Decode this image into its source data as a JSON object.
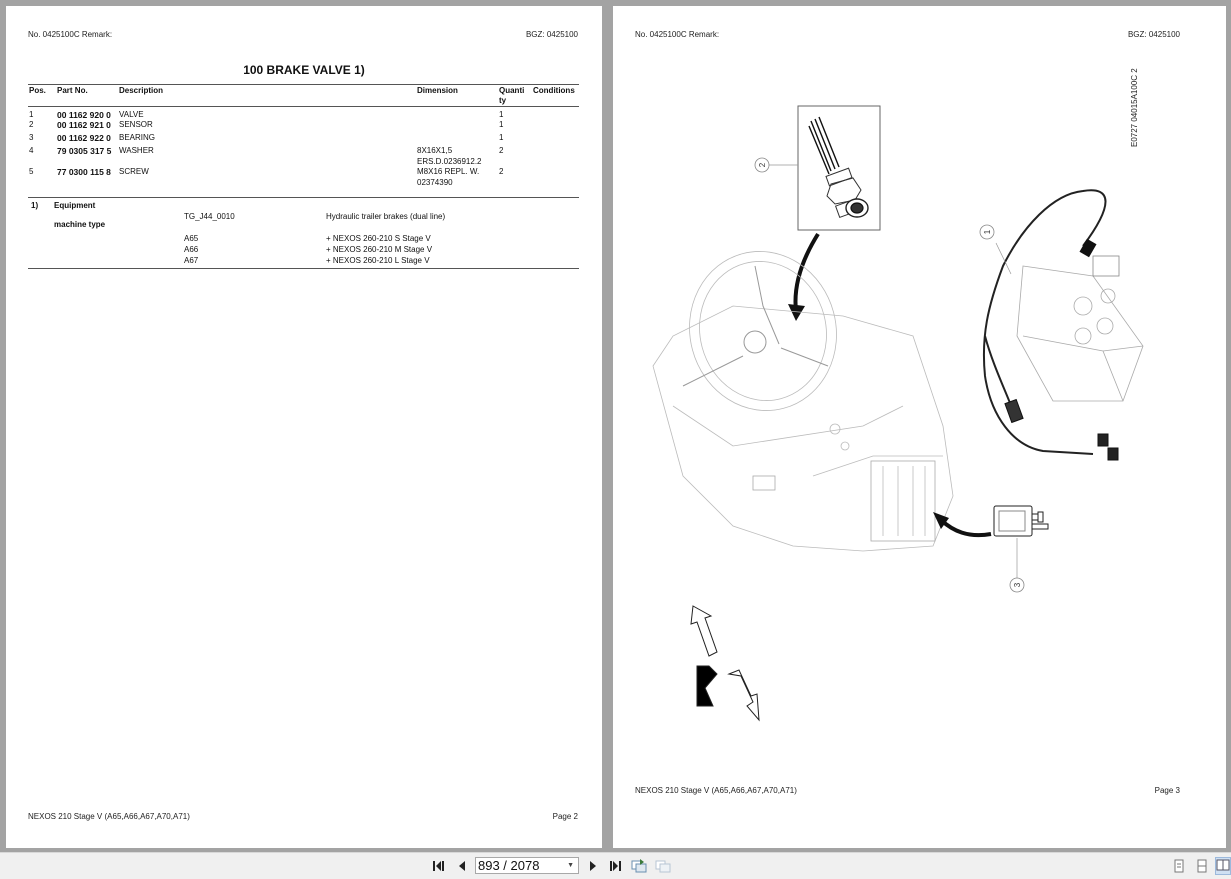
{
  "viewer": {
    "current_page": "893 / 2078",
    "controls": {
      "first_page": "first-page-icon",
      "prev_page": "prev-page-icon",
      "next_page": "next-page-icon",
      "last_page": "last-page-icon",
      "rotate_back": "rotate-icon",
      "rotate_forward": "rotate-disabled-icon",
      "view_single": "single-page-view-icon",
      "view_continuous": "continuous-view-icon",
      "view_facing": "facing-pages-view-icon"
    },
    "active_view": "view_facing"
  },
  "left_page": {
    "header_left": "No. 0425100C   Remark:",
    "header_right": "BGZ: 0425100",
    "title": "100 BRAKE VALVE  1)",
    "columns": [
      "Pos.",
      "Part No.",
      "Description",
      "Dimension",
      "Quanti ty",
      "Conditions"
    ],
    "rows": [
      {
        "pos": "1",
        "part_no": "00 1162 920 0",
        "description": "VALVE",
        "dimension": "",
        "quantity": "1",
        "conditions": ""
      },
      {
        "pos": "2",
        "part_no": "00 1162 921 0",
        "description": "SENSOR",
        "dimension": "",
        "quantity": "1",
        "conditions": ""
      },
      {
        "pos": "3",
        "part_no": "00 1162 922 0",
        "description": "BEARING",
        "dimension": "",
        "quantity": "1",
        "conditions": ""
      },
      {
        "pos": "4",
        "part_no": "79 0305 317 5",
        "description": "WASHER",
        "dimension": "8X16X1,5",
        "quantity": "2",
        "conditions": ""
      },
      {
        "pos": "",
        "part_no": "",
        "description": "",
        "dimension": "ERS.D.0236912.2",
        "quantity": "",
        "conditions": ""
      },
      {
        "pos": "5",
        "part_no": "77 0300 115 8",
        "description": "SCREW",
        "dimension": "M8X16 REPL. W.",
        "quantity": "2",
        "conditions": ""
      },
      {
        "pos": "",
        "part_no": "",
        "description": "",
        "dimension": "02374390",
        "quantity": "",
        "conditions": ""
      }
    ],
    "footnote": {
      "marker": "1)",
      "equipment_label": "Equipment",
      "equipment_code": "TG_J44_0010",
      "equipment_desc": "Hydraulic trailer brakes (dual line)",
      "machine_type_label": "machine type",
      "machine_types": [
        {
          "code": "A65",
          "desc": "+ NEXOS 260-210 S Stage V"
        },
        {
          "code": "A66",
          "desc": "+ NEXOS 260-210 M Stage V"
        },
        {
          "code": "A67",
          "desc": "+ NEXOS 260-210 L Stage V"
        }
      ]
    },
    "footer_left": "NEXOS 210 Stage V (A65,A66,A67,A70,A71)",
    "footer_right": "Page 2"
  },
  "right_page": {
    "header_left": "No. 0425100C   Remark:",
    "header_right": "BGZ: 0425100",
    "drawing_id": "E0727 04015A100C 2",
    "callouts": [
      "1",
      "2",
      "3"
    ],
    "footer_left": "NEXOS 210 Stage V (A65,A66,A67,A70,A71)",
    "footer_right": "Page 3"
  }
}
